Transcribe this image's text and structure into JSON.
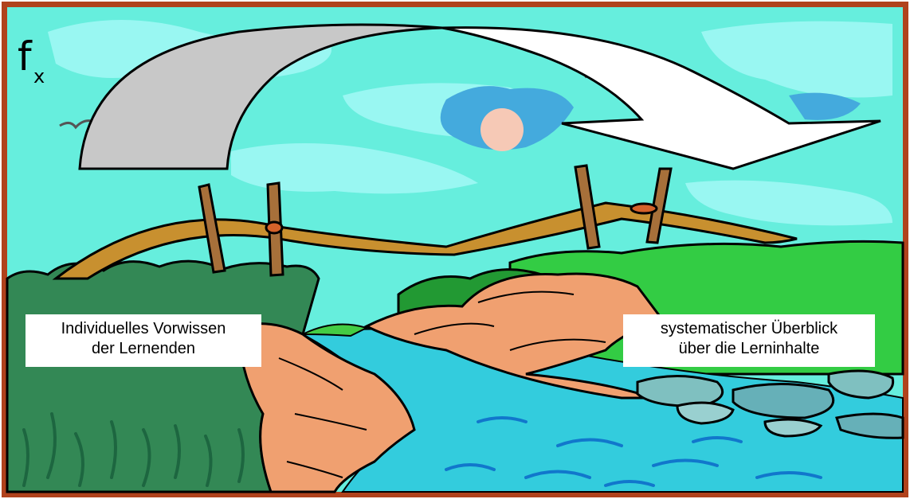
{
  "formula_icon": {
    "main": "f",
    "subscript": "x"
  },
  "labels": {
    "left": "Individuelles Vorwissen\nder Lernenden",
    "right": "systematischer Überblick\nüber die Lerninhalte"
  },
  "colors": {
    "frame": "#b0421c",
    "sky": "#66eedd",
    "sun": "#f6c9b6",
    "water": "#33ccdd",
    "grass_left": "#338855",
    "grass_right": "#33cc44",
    "cliff": "#f0a070",
    "bridge_wood": "#c8902f",
    "arrow_gray": "#c8c8c8",
    "arrow_white": "#ffffff"
  }
}
